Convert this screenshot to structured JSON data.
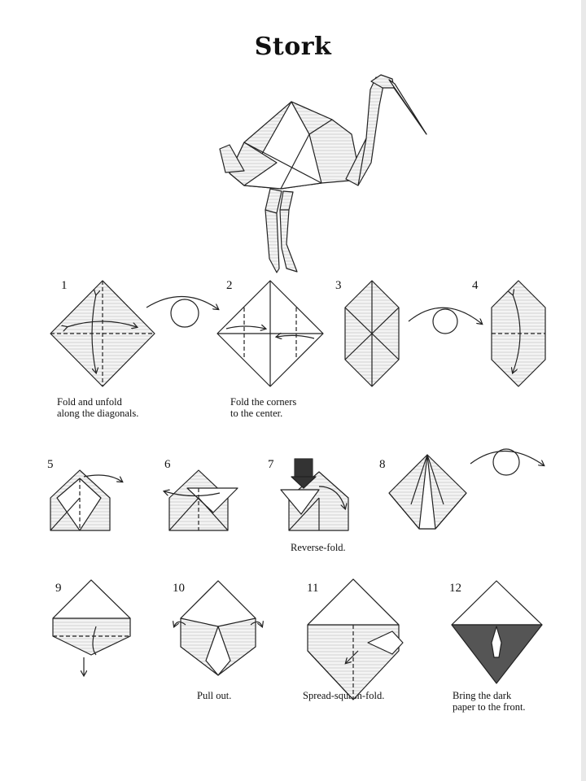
{
  "title": "Stork",
  "steps": [
    {
      "number": "1",
      "caption": "Fold and unfold\nalong the diagonals."
    },
    {
      "number": "2",
      "caption": "Fold the corners\nto the center."
    },
    {
      "number": "3",
      "caption": ""
    },
    {
      "number": "4",
      "caption": ""
    },
    {
      "number": "5",
      "caption": ""
    },
    {
      "number": "6",
      "caption": ""
    },
    {
      "number": "7",
      "caption": "Reverse-fold."
    },
    {
      "number": "8",
      "caption": ""
    },
    {
      "number": "9",
      "caption": ""
    },
    {
      "number": "10",
      "caption": "Pull out."
    },
    {
      "number": "11",
      "caption": "Spread-squash-fold."
    },
    {
      "number": "12",
      "caption": "Bring the dark\npaper to the front."
    }
  ]
}
